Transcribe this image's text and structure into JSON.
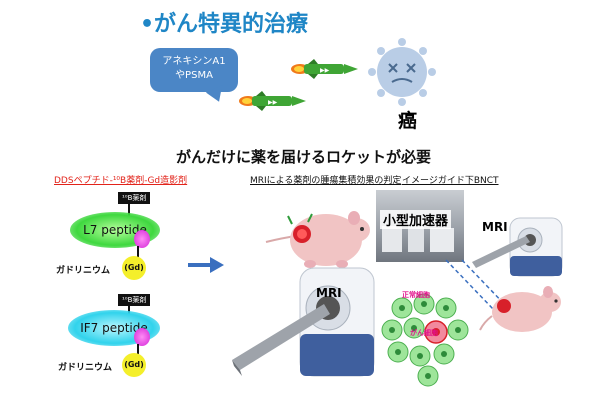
{
  "title": "•がん特異的治療",
  "bubble": {
    "line1": "アネキシンA1",
    "line2": "やPSMA"
  },
  "cancer_label": "癌",
  "subtitle": "がんだけに薬を届けるロケットが必要",
  "sections": {
    "s1": "DDSペプチド-¹⁰B薬剤-Gd造影剤",
    "s2": "MRIによる薬剤の腫瘍集積効果の判定",
    "s3": "イメージガイド下BNCT"
  },
  "probe1": {
    "tag": "¹⁰B薬剤",
    "peptide": "L7 peptide",
    "gd_text": "ガドリニウム",
    "gd": "(Gd)"
  },
  "probe2": {
    "tag": "¹⁰B薬剤",
    "peptide": "IF7 peptide",
    "gd_text": "ガドリニウム",
    "gd": "(Gd)"
  },
  "mri_label_1": "MRI",
  "mri_label_2": "MRI",
  "accelerator_label": "小型加速器",
  "normal_cells_label": "正常細胞",
  "cancer_cells_label": "がん細胞",
  "colors": {
    "title": "#1f86c6",
    "bubble": "#4b86c6",
    "rocket_body": "#3fa535",
    "section1": "#e2231a",
    "peptide_green": "#3fd83f",
    "peptide_cyan": "#31d3ec",
    "gd_yellow": "#f4ef2b",
    "virus": "#b9cde6",
    "arrow": "#3a6fbf"
  }
}
